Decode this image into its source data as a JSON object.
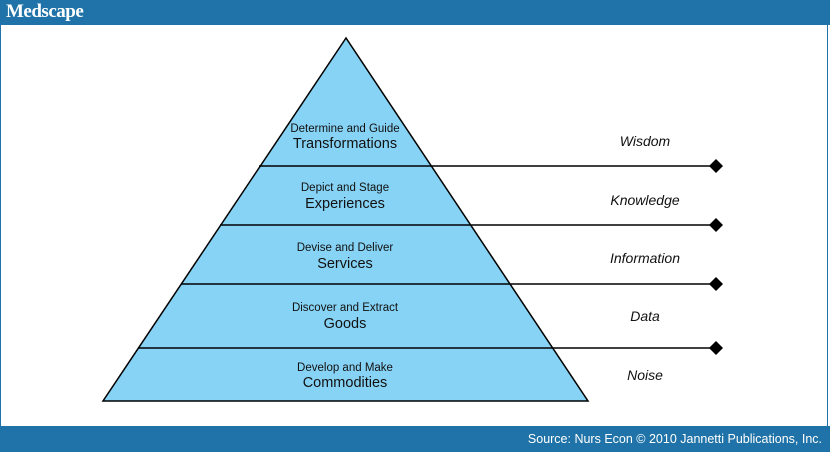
{
  "header": {
    "logo": "Medscape"
  },
  "footer": {
    "source": "Source: Nurs Econ © 2010 Jannetti Publications, Inc."
  },
  "pyramid": {
    "fill_color": "#87d3f5",
    "tiers": [
      {
        "small": "Determine and Guide",
        "big": "Transformations"
      },
      {
        "small": "Depict and Stage",
        "big": "Experiences"
      },
      {
        "small": "Devise and Deliver",
        "big": "Services"
      },
      {
        "small": "Discover and Extract",
        "big": "Goods"
      },
      {
        "small": "Develop and Make",
        "big": "Commodities"
      }
    ]
  },
  "levels": [
    "Wisdom",
    "Knowledge",
    "Information",
    "Data",
    "Noise"
  ],
  "colors": {
    "bar": "#1f73a8",
    "text": "#111111"
  }
}
